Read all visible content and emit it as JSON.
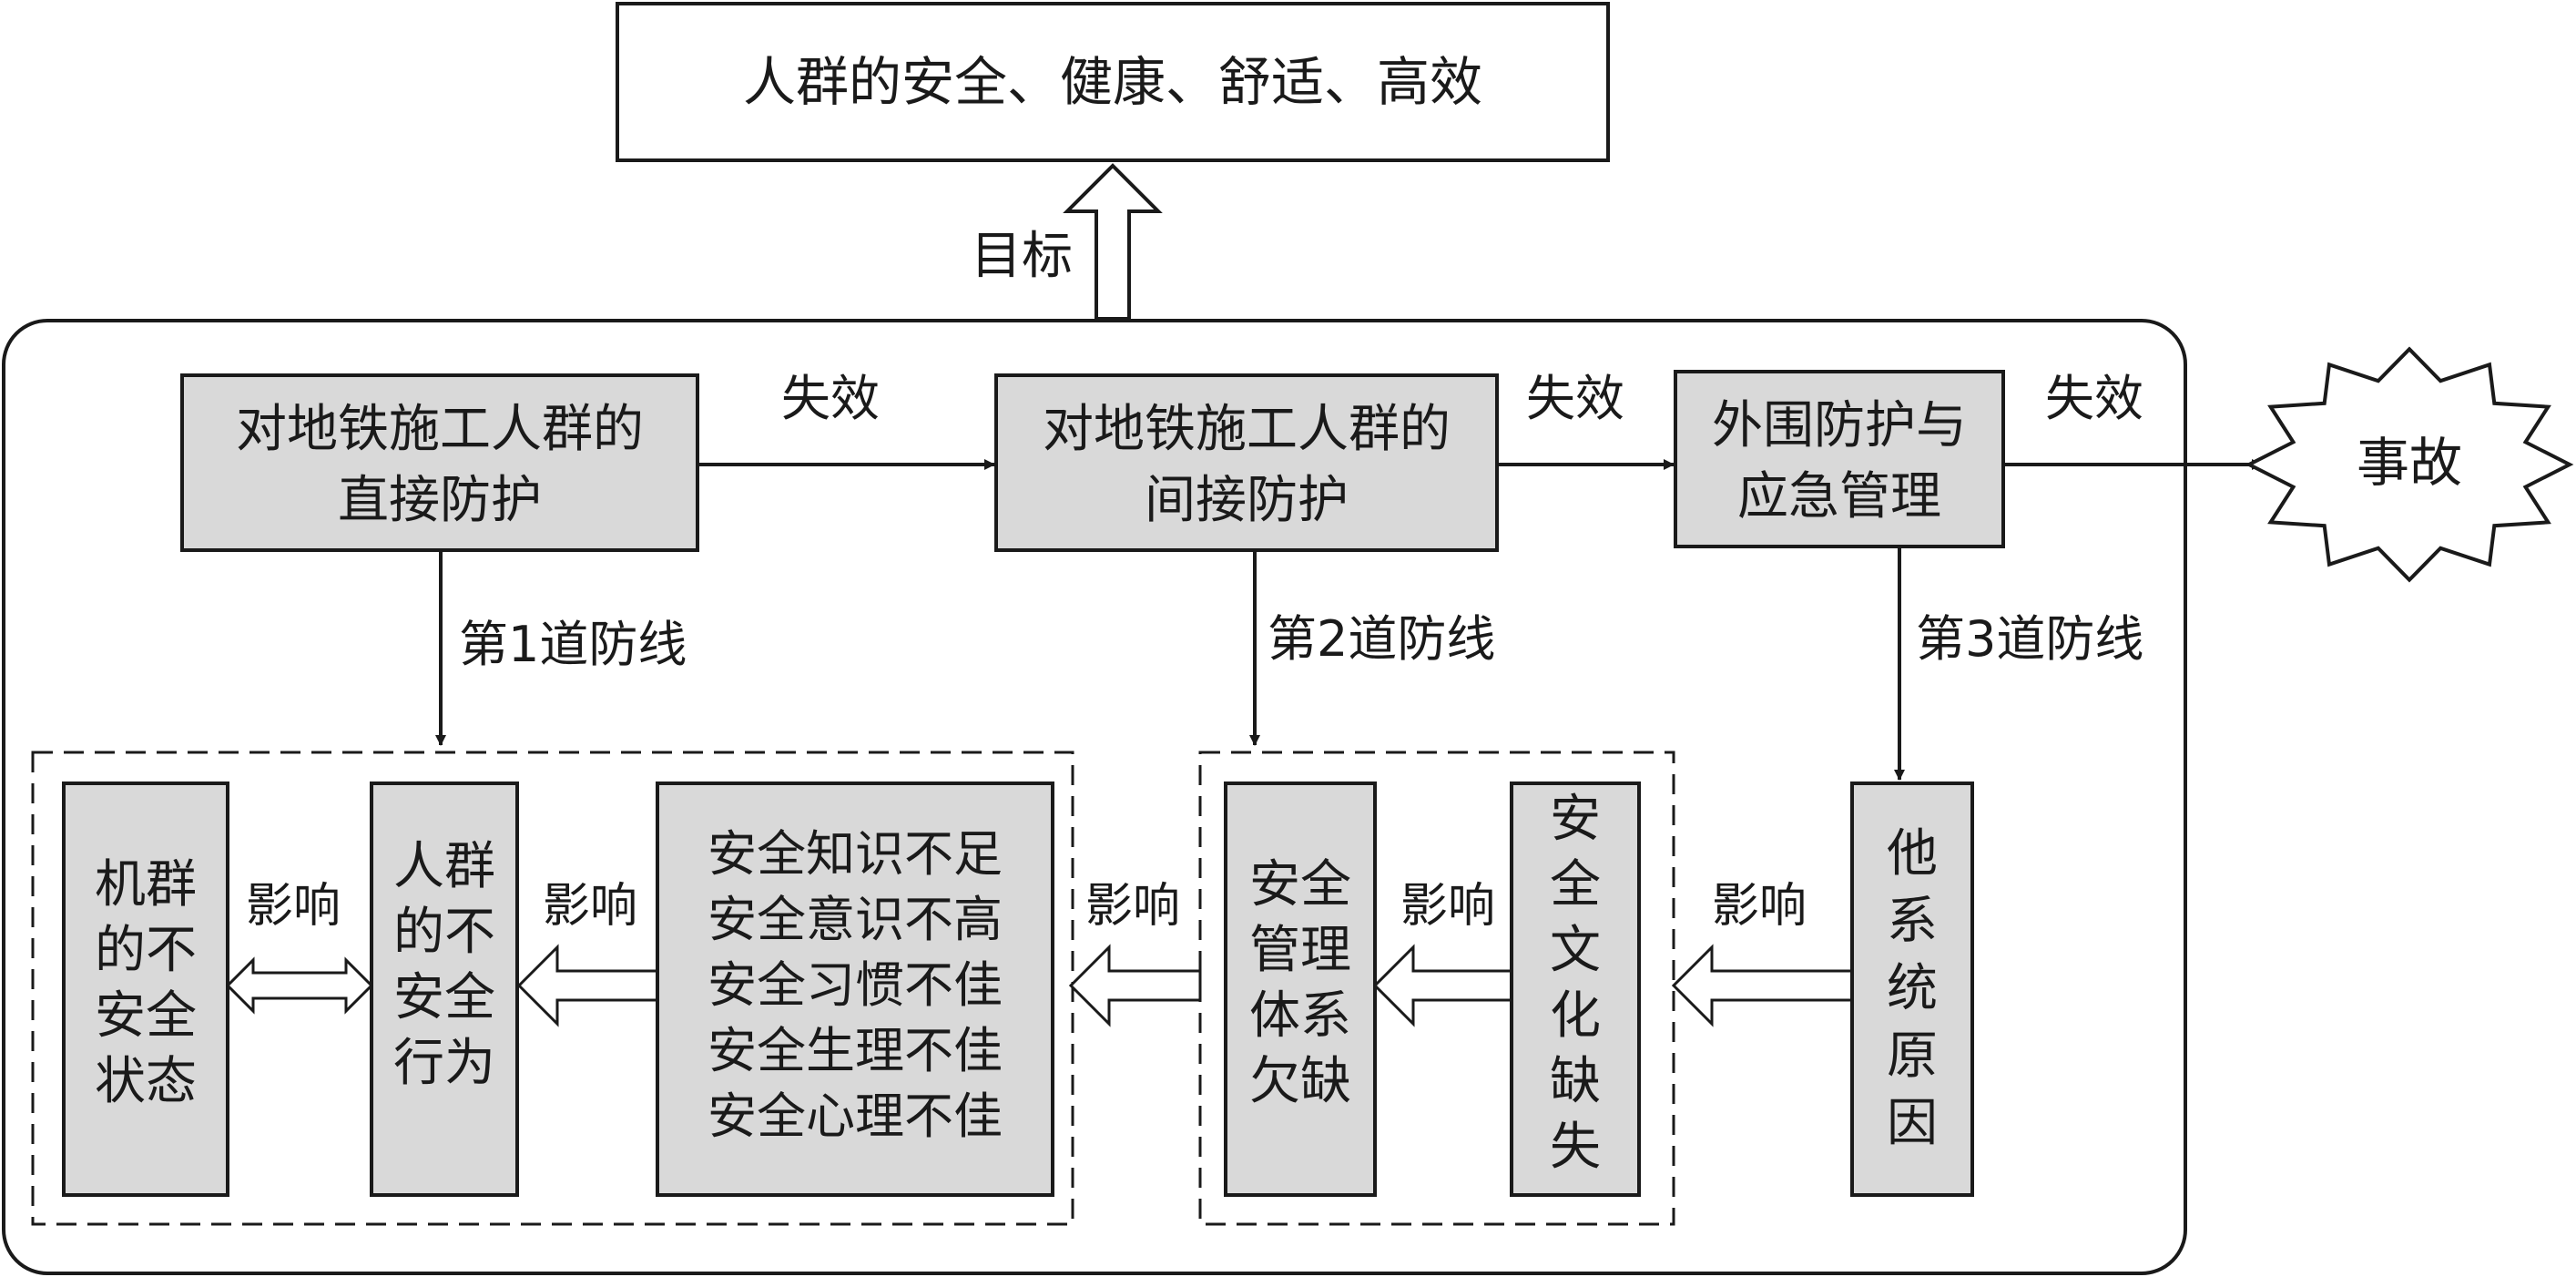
{
  "goal": {
    "text": "人群的安全、健康、舒适、高效",
    "arrow_label": "目标"
  },
  "defense_1": {
    "lines": [
      "对地铁施工人群的",
      "直接防护"
    ],
    "line_label": "第1道防线"
  },
  "defense_2": {
    "lines": [
      "对地铁施工人群的",
      "间接防护"
    ],
    "line_label": "第2道防线"
  },
  "defense_3": {
    "lines": [
      "外围防护与",
      "应急管理"
    ],
    "line_label": "第3道防线"
  },
  "failure_labels": [
    "失效",
    "失效",
    "失效"
  ],
  "accident": {
    "text": "事故"
  },
  "factors": {
    "machine": {
      "chars": [
        "机群",
        "的不",
        "安全",
        "状态"
      ]
    },
    "human": {
      "chars": [
        "人群",
        "的不",
        "安全",
        "行为"
      ]
    },
    "deficits": {
      "lines": [
        "安全知识不足",
        "安全意识不高",
        "安全习惯不佳",
        "安全生理不佳",
        "安全心理不佳"
      ]
    },
    "management": {
      "chars": [
        "安全",
        "管理",
        "体系",
        "欠缺"
      ]
    },
    "culture": {
      "chars": [
        "安",
        "全",
        "文",
        "化",
        "缺",
        "失"
      ]
    },
    "other_system": {
      "chars": [
        "他",
        "系",
        "统",
        "原",
        "因"
      ]
    }
  },
  "influence_labels": [
    "影响",
    "影响",
    "影响",
    "影响",
    "影响"
  ],
  "colors": {
    "box_fill": "#d9d9d9",
    "stroke": "#1a1a1a",
    "background": "#ffffff"
  }
}
